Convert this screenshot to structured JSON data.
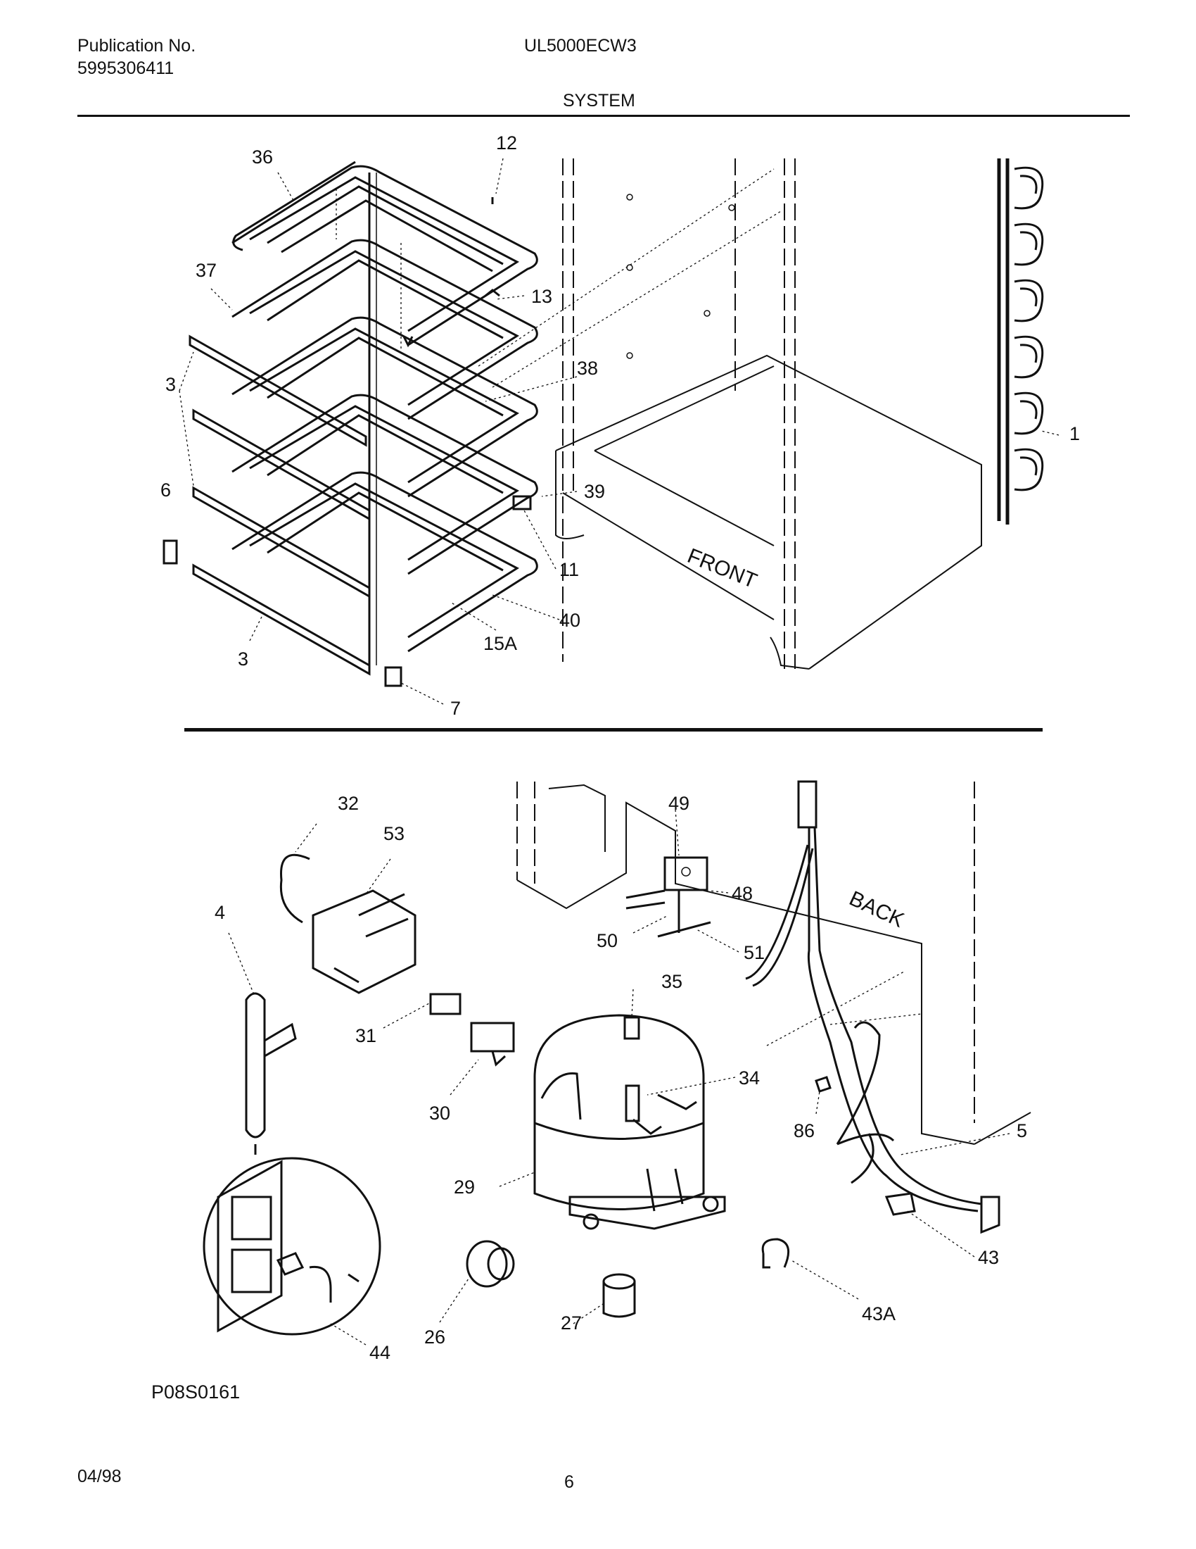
{
  "header": {
    "publication_label": "Publication No.",
    "publication_number": "5995306411",
    "model": "UL5000ECW3",
    "section": "SYSTEM"
  },
  "footer": {
    "date": "04/98",
    "page": "6",
    "figure_code": "P08S0161"
  },
  "callouts": {
    "c1": "1",
    "c3a": "3",
    "c3b": "3",
    "c6": "6",
    "c7": "7",
    "c11": "11",
    "c12": "12",
    "c13": "13",
    "c15a": "15A",
    "c36": "36",
    "c37": "37",
    "c38": "38",
    "c39": "39",
    "c40": "40",
    "c4": "4",
    "c5": "5",
    "c26": "26",
    "c27": "27",
    "c29": "29",
    "c30": "30",
    "c31": "31",
    "c32": "32",
    "c34": "34",
    "c35": "35",
    "c43": "43",
    "c43a": "43A",
    "c44": "44",
    "c48": "48",
    "c49": "49",
    "c50": "50",
    "c51": "51",
    "c53": "53",
    "c86": "86"
  },
  "cabinet_labels": {
    "front": "FRONT",
    "back": "BACK"
  }
}
